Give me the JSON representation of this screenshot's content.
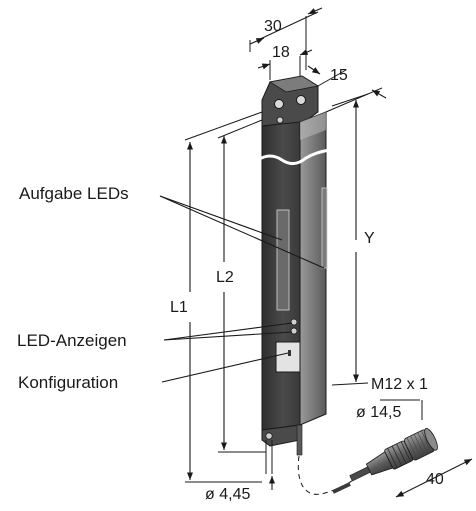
{
  "labels": {
    "task_leds": "Aufgabe LEDs",
    "led_indicators": "LED-Anzeigen",
    "configuration": "Konfiguration"
  },
  "dimensions": {
    "width_30": "30",
    "width_18": "18",
    "depth_15": "15",
    "length_y": "Y",
    "length_l1": "L1",
    "length_l2": "L2",
    "thread": "M12 x 1",
    "connector_dia": "ø 14,5",
    "connector_len": "40",
    "hole_dia": "ø 4,45"
  },
  "colors": {
    "housing_dark": "#3c3c3c",
    "housing_mid": "#5a5a5a",
    "housing_light": "#8c8c8c",
    "connector": "#6e6e6e"
  }
}
